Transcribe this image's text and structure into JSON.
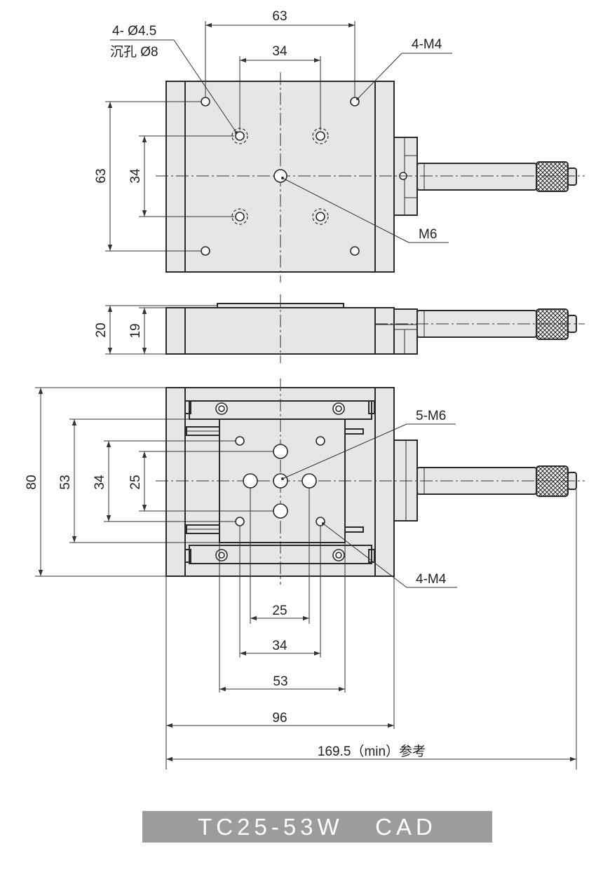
{
  "top_view": {
    "dim_width_outer": "63",
    "dim_width_inner": "34",
    "dim_height_outer": "63",
    "dim_height_inner": "34",
    "label_counterbore_line1": "4- Ø4.5",
    "label_counterbore_line2": "沉孔 Ø8",
    "label_corner_holes": "4-M4",
    "label_center_hole": "M6"
  },
  "side_view": {
    "dim_total_height": "20",
    "dim_body_height": "19"
  },
  "bottom_view": {
    "dim_height_80": "80",
    "dim_height_53": "53",
    "dim_height_34": "34",
    "dim_height_25": "25",
    "label_center_holes": "5-M6",
    "label_corner_holes": "4-M4",
    "dim_width_25": "25",
    "dim_width_34": "34",
    "dim_width_53": "53",
    "dim_width_96": "96",
    "dim_total_length": "169.5（min）参考"
  },
  "banner": {
    "title": "TC25-53W   CAD"
  }
}
